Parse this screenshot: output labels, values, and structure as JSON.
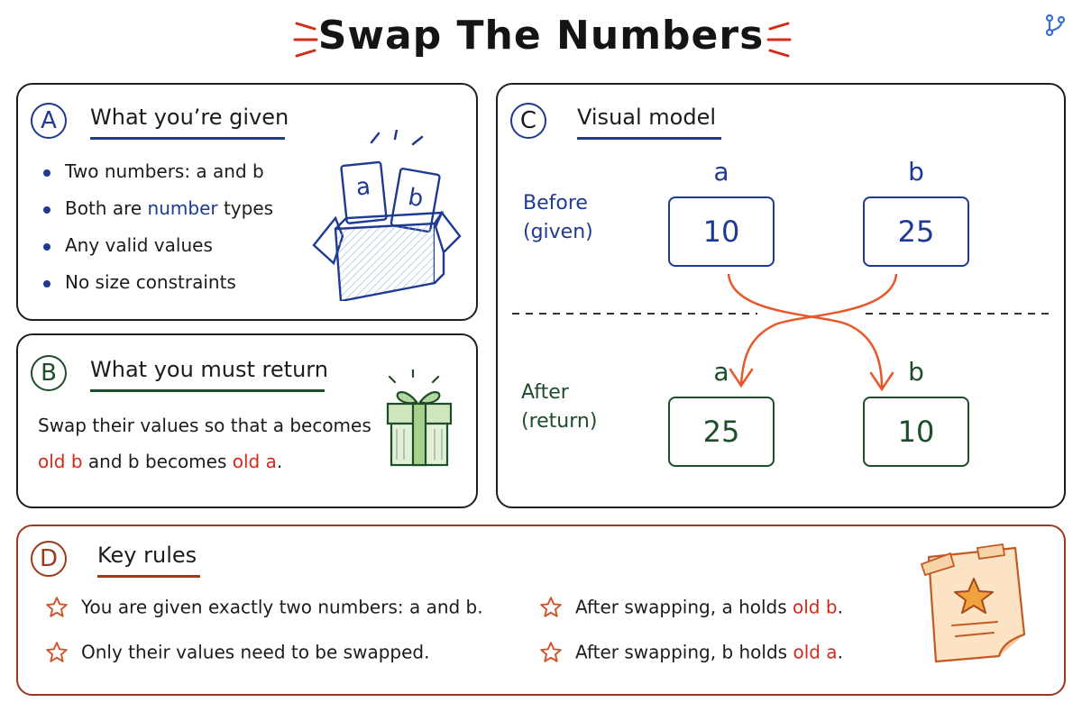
{
  "title": "Swap The Numbers",
  "colors": {
    "ink": "#1c1c1c",
    "blue": "#1f3a93",
    "green": "#1e4d2b",
    "red": "#d42a1b",
    "orange": "#e8572a",
    "brown": "#9a3a1a",
    "accent_logo": "#3a6fd8"
  },
  "icons": {
    "logo": "git-branch-icon",
    "panel_a": "open-box-icon",
    "panel_b": "gift-icon",
    "panel_d": "sticky-note-star-icon",
    "rule_marker": "star-outline-icon"
  },
  "panel_a": {
    "badge": "A",
    "heading": "What you’re given",
    "card_a": "a",
    "card_b": "b",
    "bullets": [
      "Two numbers: a and b",
      "Both are ",
      "Any valid values",
      "No size constraints"
    ],
    "bullet2_highlight": "number",
    "bullet2_suffix": " types"
  },
  "panel_b": {
    "badge": "B",
    "heading": "What you must return",
    "line1": "Swap their values so that a becomes",
    "old_b": "old b",
    "mid": " and b becomes ",
    "old_a": "old a",
    "end": "."
  },
  "panel_c": {
    "badge": "C",
    "heading": "Visual model",
    "before_label_1": "Before",
    "before_label_2": "(given)",
    "after_label_1": "After",
    "after_label_2": "(return)",
    "before": {
      "a_name": "a",
      "a_value": "10",
      "b_name": "b",
      "b_value": "25"
    },
    "after": {
      "a_name": "a",
      "a_value": "25",
      "b_name": "b",
      "b_value": "10"
    }
  },
  "panel_d": {
    "badge": "D",
    "heading": "Key rules",
    "rule1": "You are given exactly two numbers: a and b.",
    "rule2": "Only their values need to be swapped.",
    "rule3_prefix": "After swapping, a holds ",
    "rule3_highlight": "old b",
    "rule4_prefix": "After swapping, b holds ",
    "rule4_highlight": "old a",
    "rule_end": "."
  }
}
